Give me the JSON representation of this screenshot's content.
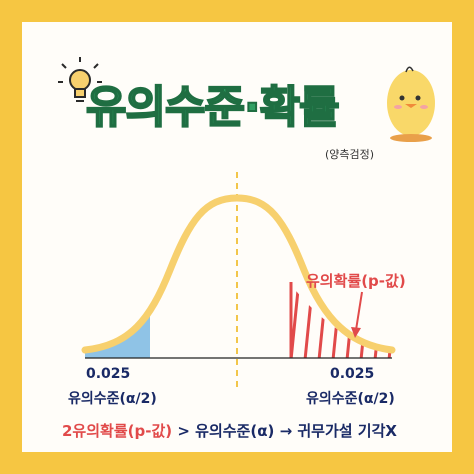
{
  "title": "유의수준·확률",
  "subtitle": "(양측검정)",
  "left_tail": {
    "value": "0.025",
    "label": "유의수준(α/2)"
  },
  "right_tail": {
    "value": "0.025",
    "label": "유의수준(α/2)"
  },
  "pvalue_label": "유의확률(p-값)",
  "bottom": {
    "part1": "2유의확률(p-값)",
    "part2": " > 유의수준(α) → 귀무가설 기각X"
  },
  "colors": {
    "curve": "#f7d06e",
    "left_fill": "#8fc3e6",
    "hatch": "#e14a4a",
    "title": "#30a064",
    "frame": "#f6c642"
  },
  "icons": [
    "lightbulb-icon",
    "chick-icon"
  ]
}
